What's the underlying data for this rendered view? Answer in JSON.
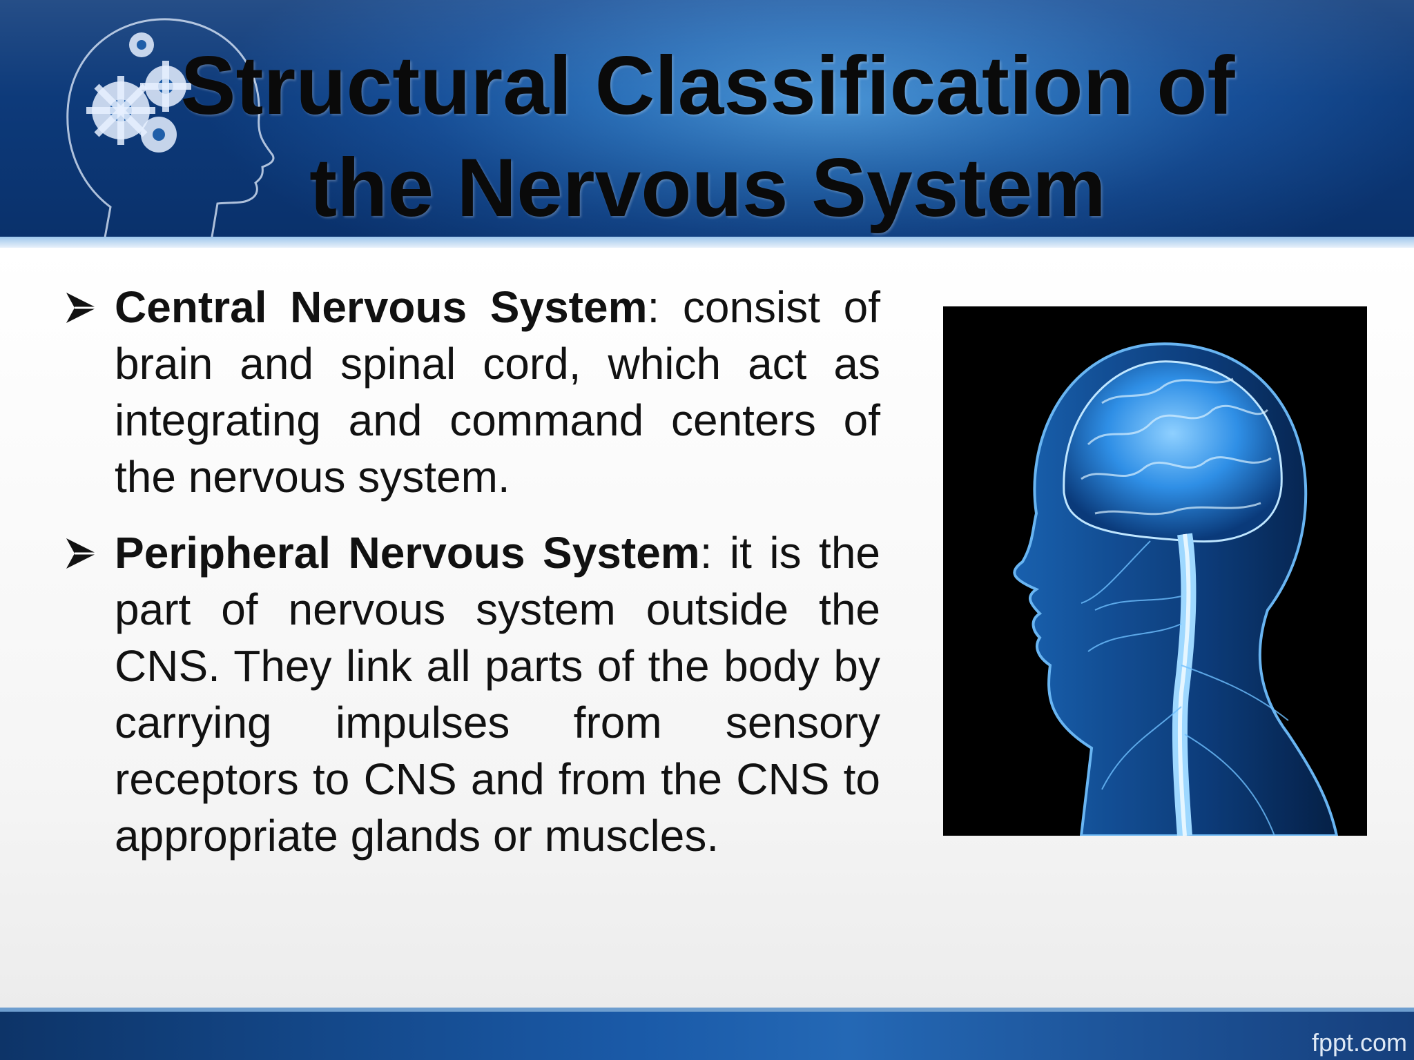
{
  "slide": {
    "title_line1": "Structural Classification of",
    "title_line2": "the Nervous System"
  },
  "bullets": [
    {
      "term": "Central Nervous System",
      "text": ": consist of brain and spinal cord, which act as integrating and command centers of the nervous system."
    },
    {
      "term": "Peripheral Nervous System",
      "text": ": it is the part of nervous system outside the CNS. They link all parts of the body by carrying impulses from sensory receptors to CNS and from the CNS to appropriate glands or muscles."
    }
  ],
  "footer": {
    "brand": "fppt.com"
  },
  "colors": {
    "header_blue": "#174f98",
    "accent_light": "#4a95d6",
    "image_glow": "#3aa0ff"
  }
}
